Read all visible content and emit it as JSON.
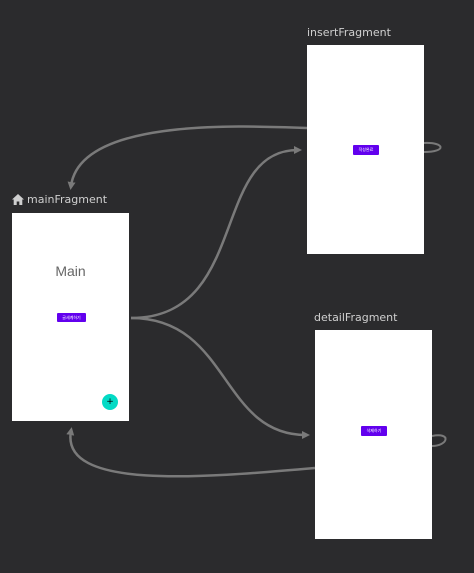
{
  "destinations": {
    "main": {
      "id": "mainFragment",
      "is_start": true,
      "title": "Main",
      "button_label": "글세계하기",
      "fab_icon": "add-icon",
      "fab_glyph": "+",
      "fab_color": "#03dac5"
    },
    "insert": {
      "id": "insertFragment",
      "button_label": "작성완료"
    },
    "detail": {
      "id": "detailFragment",
      "button_label": "삭제하기"
    }
  },
  "actions": [
    {
      "from": "mainFragment",
      "to": "insertFragment"
    },
    {
      "from": "mainFragment",
      "to": "detailFragment"
    },
    {
      "from": "insertFragment",
      "to": "mainFragment"
    },
    {
      "from": "detailFragment",
      "to": "mainFragment"
    }
  ],
  "colors": {
    "canvas_background": "#2b2b2d",
    "card_background": "#ffffff",
    "label_text": "#cfcfcf",
    "arrow": "#7a7a7a",
    "button_primary": "#6200ee"
  },
  "icons": {
    "start_destination": "home-icon"
  }
}
